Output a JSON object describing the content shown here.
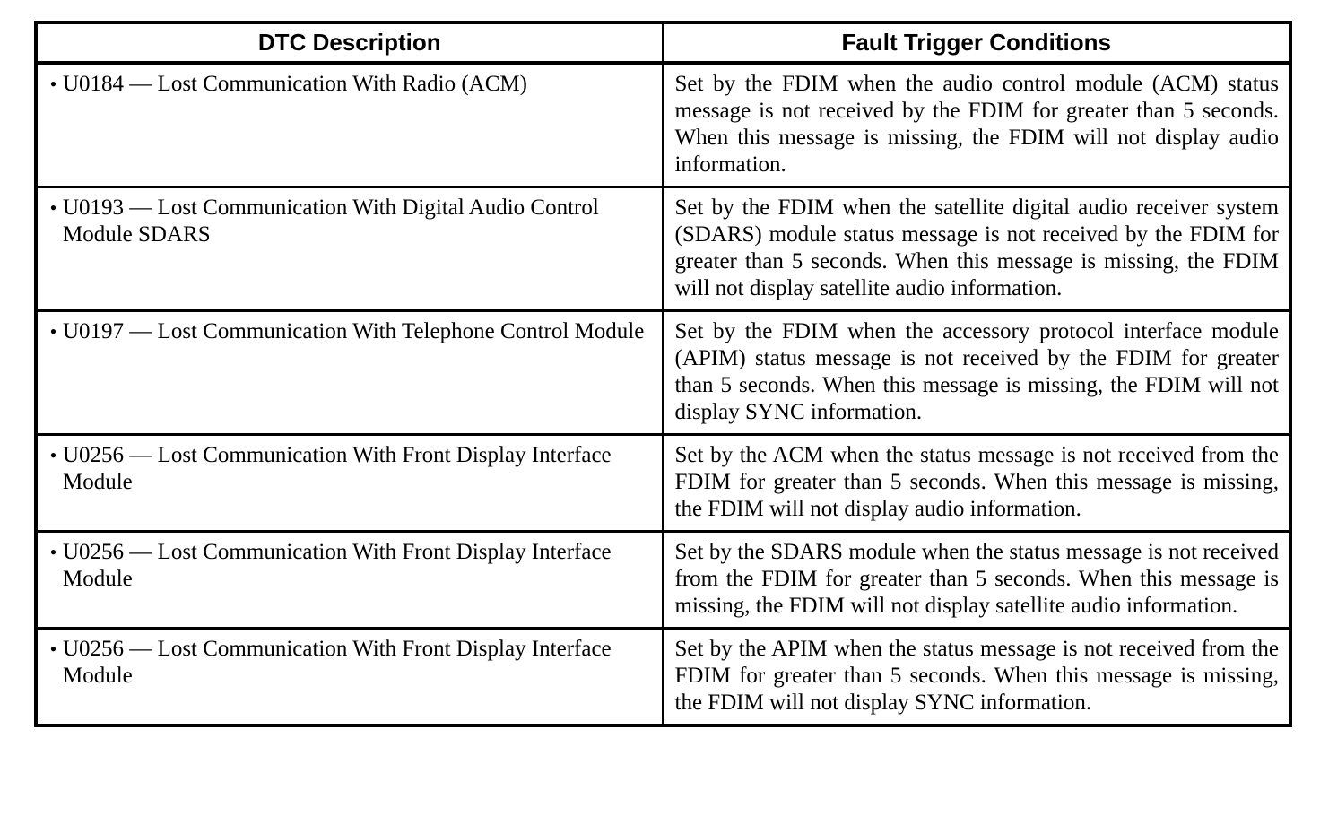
{
  "table": {
    "bullet": "•",
    "headers": {
      "dtc_description": "DTC Description",
      "fault_trigger_conditions": "Fault Trigger Conditions"
    },
    "rows": [
      {
        "dtc": "U0184 — Lost Communication With Radio (ACM)",
        "condition": "Set by the FDIM when the audio control module (ACM) status message is not received by the FDIM for greater than 5 seconds. When this message is missing, the FDIM will not display audio information."
      },
      {
        "dtc": "U0193 — Lost Communication With Digital Audio Control Module SDARS",
        "condition": "Set by the FDIM when the satellite digital audio receiver system (SDARS) module status message is not received by the FDIM for greater than 5 seconds. When this message is missing, the FDIM will not display satellite audio information."
      },
      {
        "dtc": "U0197 — Lost Communication With Telephone Control Module",
        "condition": "Set by the FDIM when the accessory protocol interface module (APIM) status message is not received by the FDIM for greater than 5 seconds. When this message is missing, the FDIM will not display SYNC information."
      },
      {
        "dtc": "U0256 — Lost Communication With Front Display Interface Module",
        "condition": "Set by the ACM when the status message is not received from the FDIM for greater than 5 seconds. When this message is missing, the FDIM will not display audio information."
      },
      {
        "dtc": "U0256 — Lost Communication With Front Display Interface Module",
        "condition": "Set by the SDARS module when the status message is not received from the FDIM for greater than 5 seconds. When this message is missing, the FDIM will not display satellite audio information."
      },
      {
        "dtc": "U0256 — Lost Communication With Front Display Interface Module",
        "condition": "Set by the APIM when the status message is not received from the FDIM for greater than 5 seconds. When this message is missing, the FDIM will not display SYNC information."
      }
    ],
    "colors": {
      "border": "#000000",
      "text": "#000000",
      "background": "#ffffff"
    }
  }
}
